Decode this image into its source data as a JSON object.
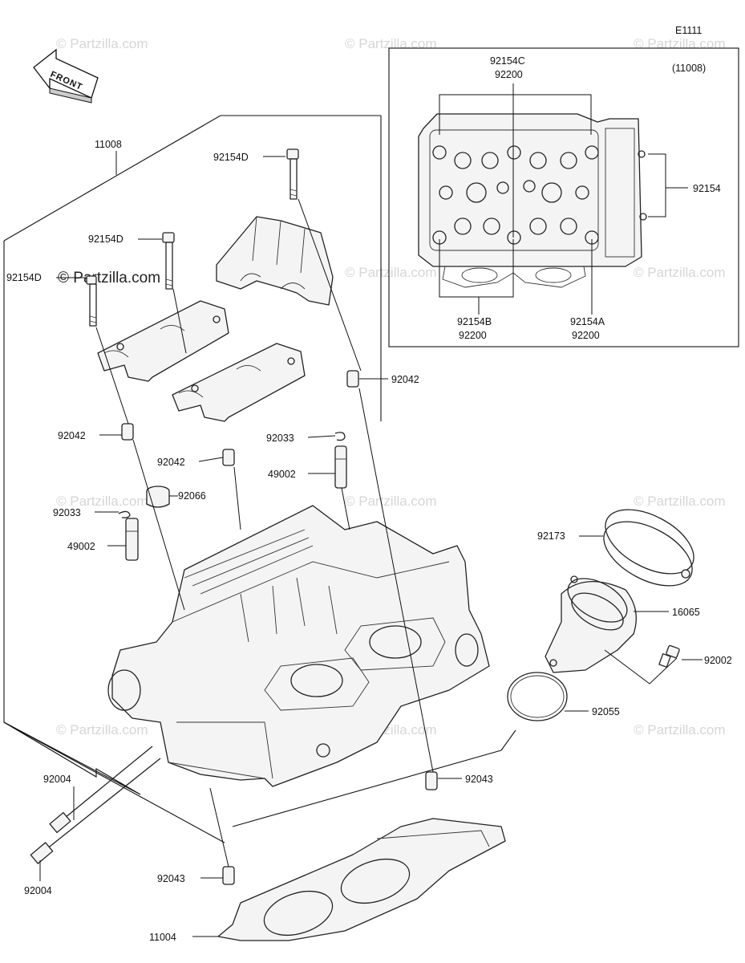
{
  "diagram_code": "E1111",
  "inset_ref": "(11008)",
  "front_label": "FRONT",
  "watermark": "© Partzilla.com",
  "watermark_prominent": "© Partzilla.com",
  "parts": {
    "11008": "11008",
    "92154D_a": "92154D",
    "92154D_b": "92154D",
    "92154D_c": "92154D",
    "92042_a": "92042",
    "92042_b": "92042",
    "92042_c": "92042",
    "92033_a": "92033",
    "92033_b": "92033",
    "49002_a": "49002",
    "49002_b": "49002",
    "92066": "92066",
    "92173": "92173",
    "16065": "16065",
    "92002": "92002",
    "92055": "92055",
    "92043_a": "92043",
    "92043_b": "92043",
    "92004_a": "92004",
    "92004_b": "92004",
    "11004": "11004"
  },
  "inset_parts": {
    "92154C": "92154C",
    "92200_top": "92200",
    "92154": "92154",
    "92154B": "92154B",
    "92200_left": "92200",
    "92154A": "92154A",
    "92200_right": "92200"
  }
}
